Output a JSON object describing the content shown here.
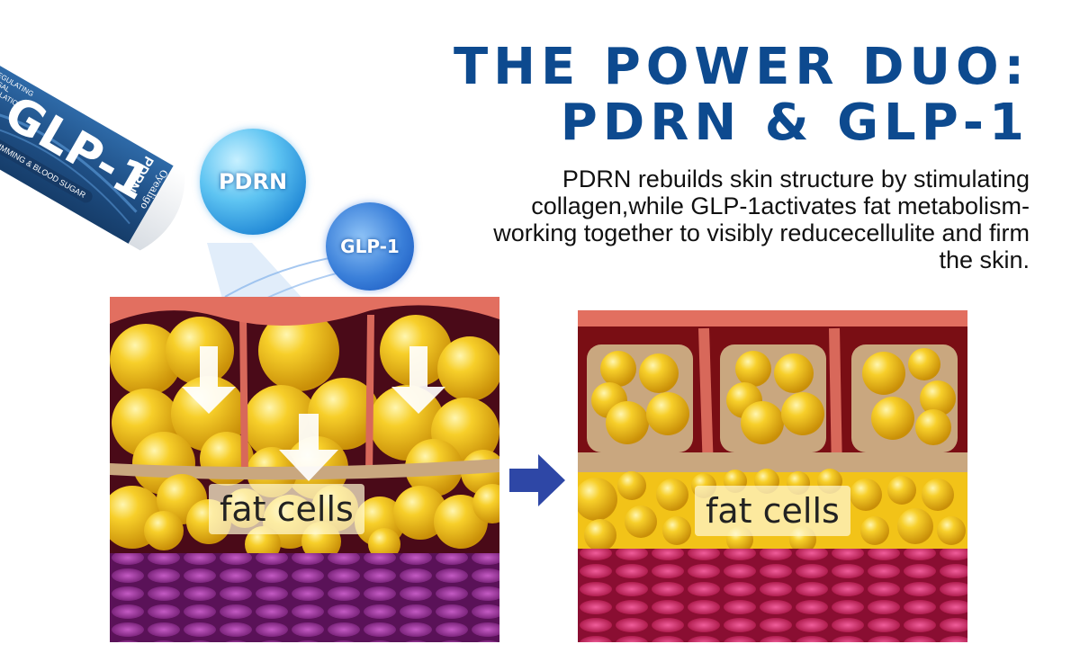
{
  "headline": {
    "line1": "THE POWER DUO:",
    "line2": "PDRN & GLP-1",
    "color": "#0d4a8f"
  },
  "description": {
    "text": "PDRN rebuilds skin structure by stimulating collagen,while GLP-1activates fat metabolism-working together to visibly reducecellulite and firm the skin."
  },
  "product": {
    "brand": "Oyealigo",
    "name": "GLP-1",
    "sub_name": "PDRN",
    "tagline": "SLIMMING & BLOOD SUGAR",
    "side_text_1": "REGULATING",
    "side_text_2": "NASAL",
    "side_text_3": "INHALATION",
    "color": "#1f4f85"
  },
  "bubbles": {
    "pdrn": "PDRN",
    "glp1": "GLP-1"
  },
  "panels": {
    "before": {
      "label": "fat cells",
      "state": "before"
    },
    "after": {
      "label": "fat cells",
      "state": "after"
    }
  },
  "transition_arrow": {
    "icon": "arrow-right-icon",
    "color": "#2e47a6"
  },
  "colors": {
    "fat": "#f2c318",
    "skin": "#e07060",
    "dermis_dark": "#7a0e14",
    "muscle_before": "#8a2a8a",
    "muscle_after": "#c4195a",
    "septa_band": "#c9a77f"
  }
}
